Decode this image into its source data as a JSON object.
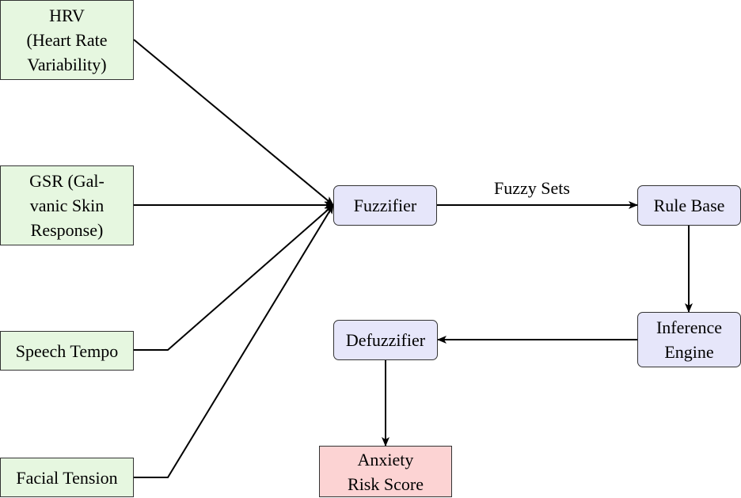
{
  "diagram": {
    "inputs": {
      "hrv": [
        "HRV",
        "(Heart Rate",
        "Variability)"
      ],
      "gsr": [
        "GSR (Gal-",
        "vanic Skin",
        "Response)"
      ],
      "speech": [
        "Speech Tempo"
      ],
      "facial": [
        "Facial Tension"
      ]
    },
    "process": {
      "fuzzifier": [
        "Fuzzifier"
      ],
      "rule_base": [
        "Rule Base"
      ],
      "inference": [
        "Inference",
        "Engine"
      ],
      "defuzzifier": [
        "Defuzzifier"
      ]
    },
    "output": {
      "risk": [
        "Anxiety",
        "Risk Score"
      ]
    },
    "edge_labels": {
      "fuzzy_sets": "Fuzzy Sets"
    },
    "colors": {
      "input_fill": "#e6f7e0",
      "process_fill": "#e6e6fa",
      "output_fill": "#fcd3d3",
      "stroke": "#000000"
    }
  }
}
